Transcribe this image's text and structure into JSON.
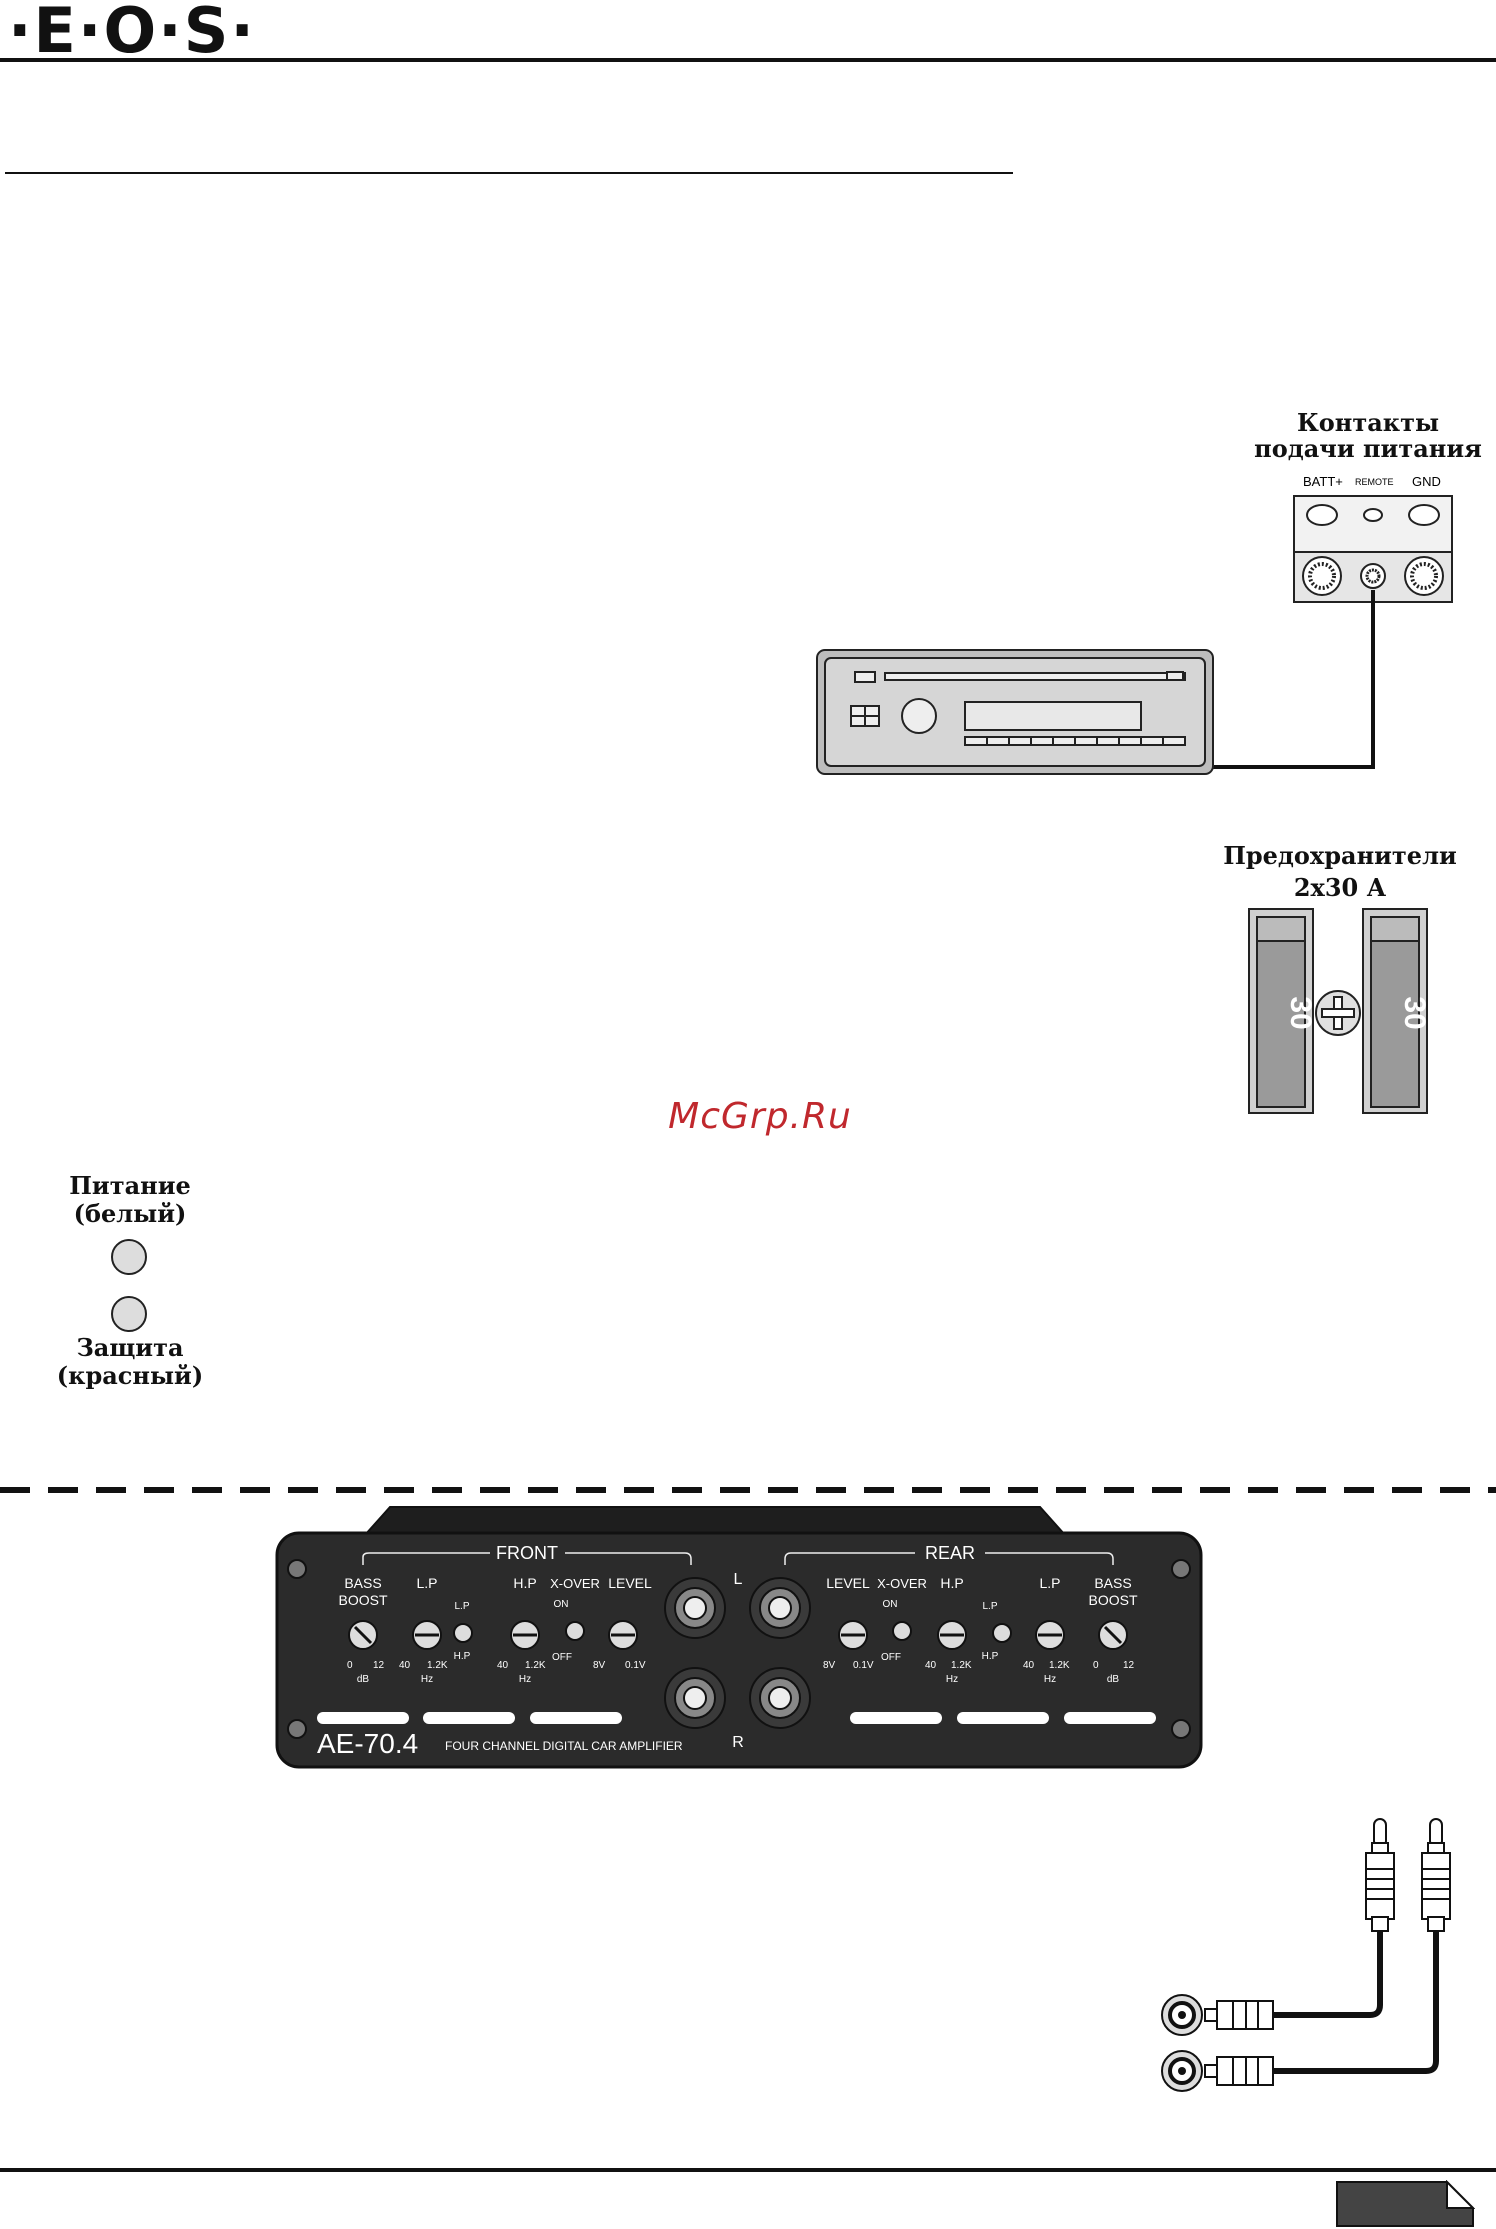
{
  "header": {
    "logo_text": "·E·O·S·"
  },
  "power_terminals": {
    "title_line1": "Контакты",
    "title_line2": "подачи питания",
    "labels": [
      "BATT+",
      "REMOTE",
      "GND"
    ]
  },
  "fuses": {
    "title_line1": "Предохранители",
    "title_line2": "2x30 А",
    "rating": "30"
  },
  "leds": {
    "power_label_line1": "Питание",
    "power_label_line2": "(белый)",
    "protect_label_line1": "Защита",
    "protect_label_line2": "(красный)"
  },
  "watermark": "McGrp.Ru",
  "amplifier": {
    "model": "AE-70.4",
    "description": "FOUR CHANNEL DIGITAL CAR AMPLIFIER",
    "front_label": "FRONT",
    "rear_label": "REAR",
    "left_label": "L",
    "right_label": "R",
    "bass_boost": [
      "BASS",
      "BOOST"
    ],
    "lp": "L.P",
    "hp": "H.P",
    "xover": "X-OVER",
    "level": "LEVEL",
    "on": "ON",
    "off": "OFF",
    "bass_scale": [
      "0",
      "12",
      "dB"
    ],
    "lp_scale": [
      "40",
      "1.2K",
      "Hz"
    ],
    "hp_scale": [
      "40",
      "1.2K",
      "Hz"
    ],
    "level_scale": [
      "8V",
      "0.1V"
    ]
  },
  "colors": {
    "panel": "#2b2b2b",
    "ink": "#111111",
    "watermark": "#c0282d"
  }
}
